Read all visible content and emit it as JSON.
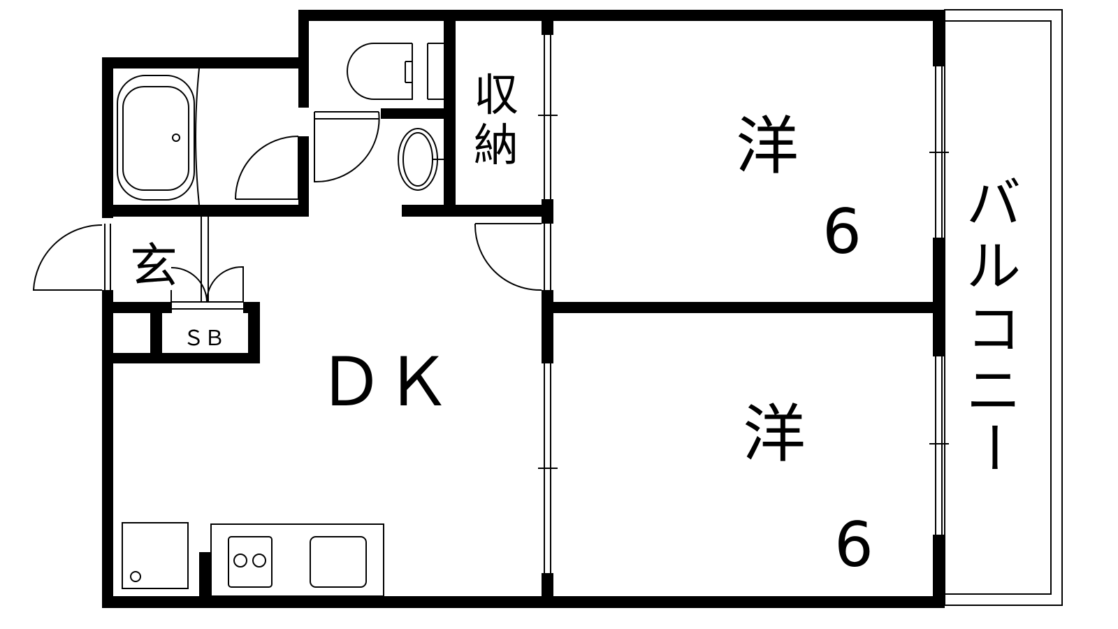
{
  "floorplan": {
    "rooms": {
      "storage": {
        "line1": "収",
        "line2": "納"
      },
      "western1": {
        "name": "洋",
        "size": "6"
      },
      "western2": {
        "name": "洋",
        "size": "6"
      },
      "dining_kitchen": "ＤＫ",
      "entrance": "玄",
      "shoe_box": "ＳＢ",
      "balcony": [
        "バ",
        "ル",
        "コ",
        "ニ",
        "ー"
      ]
    }
  }
}
